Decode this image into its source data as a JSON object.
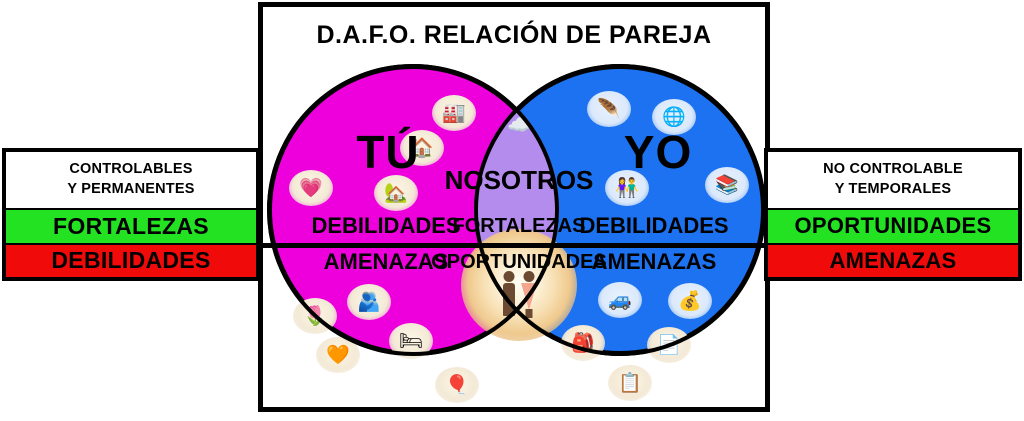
{
  "diagram": {
    "title": "D.A.F.O. RELACIÓN DE PAREJA",
    "colors": {
      "left_circle": "#EE00DD",
      "right_circle": "#1C72F0",
      "overlap": "#B48CEE",
      "band_green": "#22E222",
      "band_red": "#F00A0A",
      "outline": "#000000"
    }
  },
  "venn": {
    "left": {
      "heading": "TÚ",
      "upper_label": "DEBILIDADES",
      "lower_label": "AMENAZAS",
      "icons": [
        {
          "name": "chimney-smoke-icon",
          "glyph": "🏭",
          "caption": ""
        },
        {
          "name": "house-icon",
          "glyph": "🏠",
          "caption": ""
        },
        {
          "name": "broken-heart-icon",
          "glyph": "💔",
          "caption": ""
        },
        {
          "name": "flowers-icon",
          "glyph": "🌷",
          "caption": ""
        },
        {
          "name": "heart-hands-icon",
          "glyph": "🫶",
          "caption": ""
        },
        {
          "name": "heart-icon",
          "glyph": "🧡",
          "caption": ""
        },
        {
          "name": "bed-icon",
          "glyph": "🛏",
          "caption": ""
        },
        {
          "name": "balloons-icon",
          "glyph": "🎈",
          "caption": ""
        }
      ]
    },
    "center": {
      "heading": "NOSOTROS",
      "upper_label": "FORTALEZAS",
      "lower_label": "OPORTUNIDADES",
      "icons": [
        {
          "name": "cloud-icon",
          "glyph": "☁",
          "caption": ""
        },
        {
          "name": "couple-illustration",
          "glyph": "",
          "caption": ""
        }
      ]
    },
    "right": {
      "heading": "YO",
      "upper_label": "DEBILIDADES",
      "lower_label": "AMENAZAS",
      "icons": [
        {
          "name": "feather-pen-icon",
          "glyph": "🖋",
          "caption": ""
        },
        {
          "name": "globe-icon",
          "glyph": "🌐",
          "caption": ""
        },
        {
          "name": "couple-silhouette-icon",
          "glyph": "👫",
          "caption": ""
        },
        {
          "name": "books-icon",
          "glyph": "📚",
          "caption": ""
        },
        {
          "name": "car-icon",
          "glyph": "🚗",
          "caption": ""
        },
        {
          "name": "money-bags-icon",
          "glyph": "💰",
          "caption": ""
        },
        {
          "name": "backpack-icon",
          "glyph": "🎒",
          "caption": ""
        },
        {
          "name": "document-icon",
          "glyph": "📄",
          "caption": ""
        },
        {
          "name": "notebook-icon",
          "glyph": "📓",
          "caption": ""
        }
      ]
    }
  },
  "panels": {
    "left": {
      "head_line1": "CONTROLABLES",
      "head_line2": "Y PERMANENTES",
      "green_label": "FORTALEZAS",
      "red_label": "DEBILIDADES"
    },
    "right": {
      "head_line1": "NO CONTROLABLE",
      "head_line2": "Y TEMPORALES",
      "green_label": "OPORTUNIDADES",
      "red_label": "AMENAZAS"
    }
  }
}
